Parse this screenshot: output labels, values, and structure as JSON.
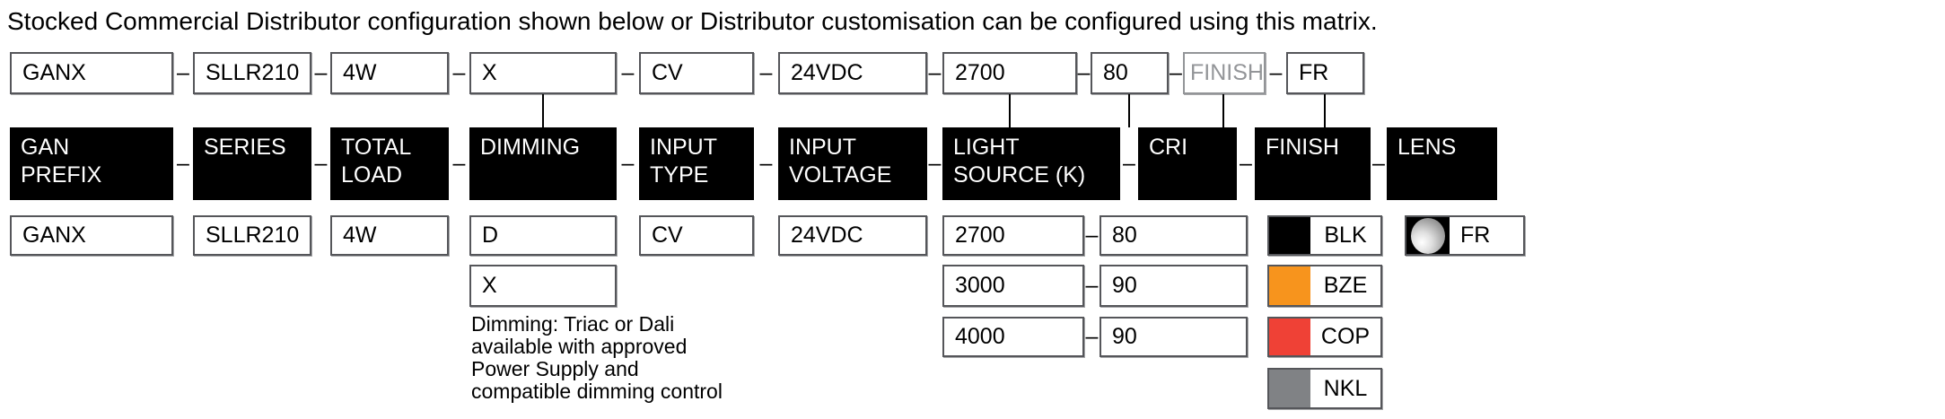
{
  "title": "Stocked Commercial Distributor configuration shown below or Distributor customisation can be configured using this matrix.",
  "dash": "–",
  "top_row": [
    "GANX",
    "SLLR210",
    "4W",
    "X",
    "CV",
    "24VDC",
    "2700",
    "80",
    "FINISH",
    "FR"
  ],
  "headers": [
    "GAN\nPREFIX",
    "SERIES",
    "TOTAL\nLOAD",
    "DIMMING",
    "INPUT\nTYPE",
    "INPUT\nVOLTAGE",
    "LIGHT\nSOURCE (K)",
    "CRI",
    "FINISH",
    "LENS"
  ],
  "options": {
    "gan_prefix": "GANX",
    "series": "SLLR210",
    "total_load": "4W",
    "dimming": [
      "D",
      "X"
    ],
    "input_type": "CV",
    "input_voltage": "24VDC",
    "light_source": [
      "2700",
      "3000",
      "4000"
    ],
    "cri": [
      "80",
      "90",
      "90"
    ],
    "finish": [
      {
        "code": "BLK",
        "color": "#000000"
      },
      {
        "code": "BZE",
        "color": "#F7941D"
      },
      {
        "code": "COP",
        "color": "#EF4136"
      },
      {
        "code": "NKL",
        "color": "#808285"
      }
    ],
    "lens": {
      "code": "FR",
      "icon": "frosted-lens"
    }
  },
  "dimming_note_lines": [
    "Dimming: Triac or Dali",
    "available with approved",
    "Power Supply and",
    "compatible dimming control"
  ]
}
